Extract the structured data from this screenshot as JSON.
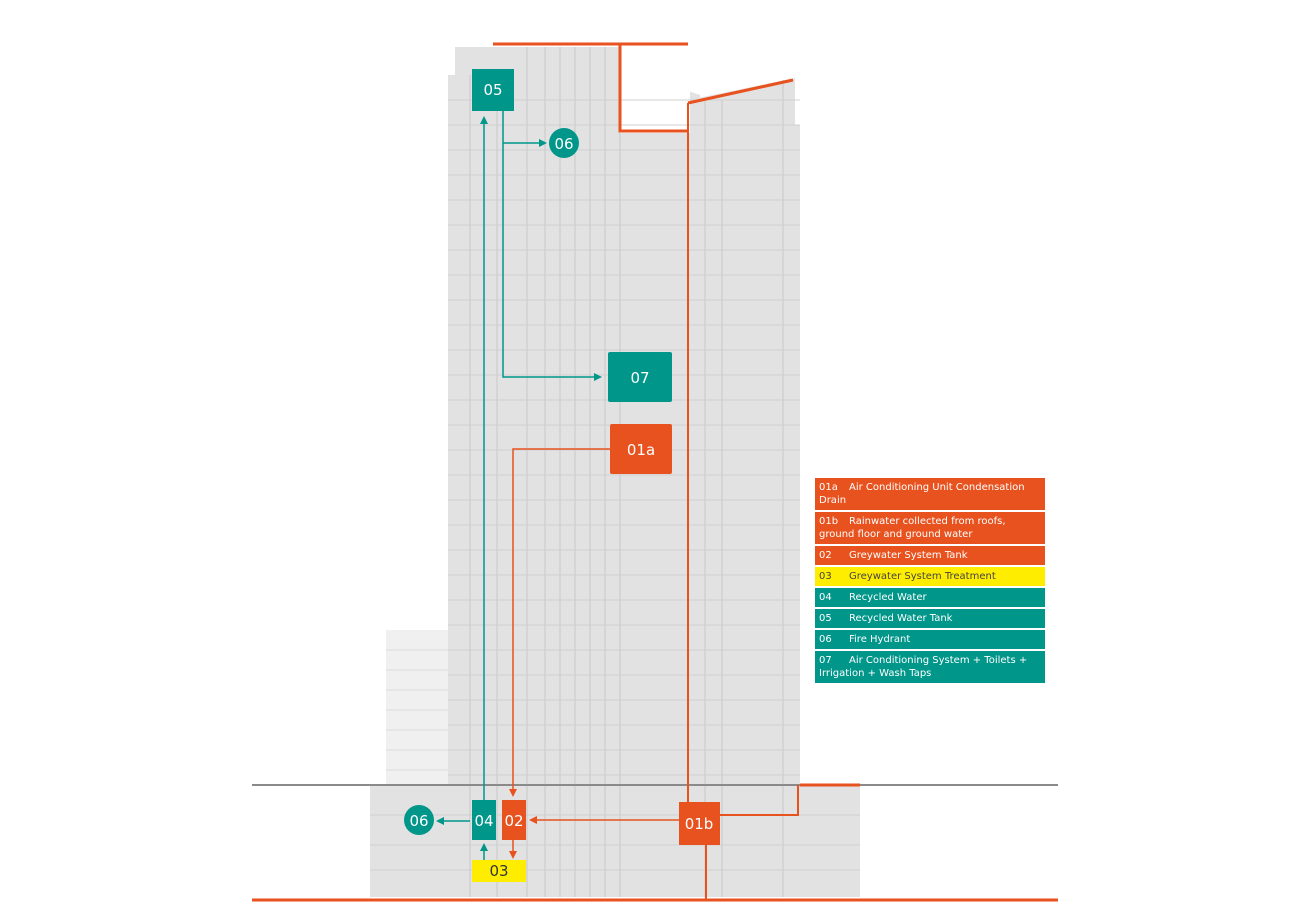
{
  "colors": {
    "orange": "#e8521f",
    "teal": "#00968a",
    "yellow": "#ffed00",
    "building": "#e2e2e2",
    "building_line": "#c8c8c8",
    "ground": "#8a8a8a"
  },
  "nodes": {
    "n05": "05",
    "n06_top": "06",
    "n07": "07",
    "n01a": "01a",
    "n06_bottom": "06",
    "n04": "04",
    "n02": "02",
    "n03": "03",
    "n01b": "01b"
  },
  "legend": [
    {
      "code": "01a",
      "label": "Air Conditioning Unit Condensation Drain",
      "color": "orange"
    },
    {
      "code": "01b",
      "label": "Rainwater collected from roofs, ground floor and ground water",
      "color": "orange"
    },
    {
      "code": "02",
      "label": "Greywater System Tank",
      "color": "orange"
    },
    {
      "code": "03",
      "label": "Greywater System Treatment",
      "color": "yellow"
    },
    {
      "code": "04",
      "label": "Recycled Water",
      "color": "teal"
    },
    {
      "code": "05",
      "label": "Recycled Water Tank",
      "color": "teal"
    },
    {
      "code": "06",
      "label": "Fire Hydrant",
      "color": "teal"
    },
    {
      "code": "07",
      "label": "Air Conditioning System + Toilets + Irrigation + Wash Taps",
      "color": "teal"
    }
  ]
}
